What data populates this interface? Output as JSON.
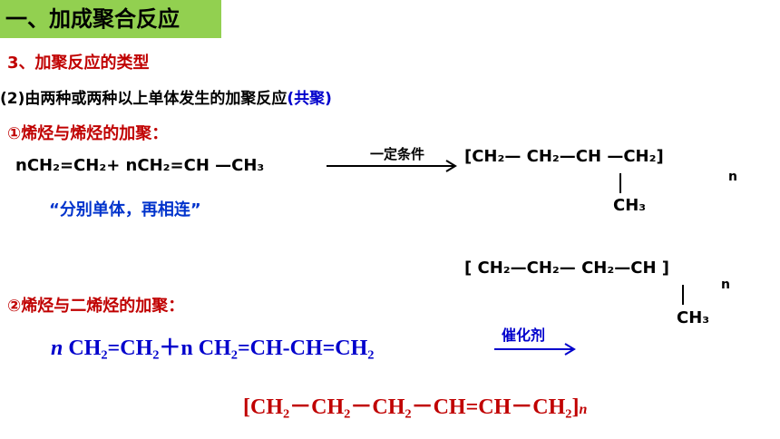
{
  "title": "一、加成聚合反应",
  "subtitle": "3、加聚反应的类型",
  "section2": {
    "prefix": "(2)由两种或两种以上单体发生的加聚反应",
    "suffix": "(共聚)"
  },
  "heading1": "①烯烃与烯烃的加聚：",
  "eq1": {
    "reactant1": "nCH₂=CH₂+ nCH₂=CH —CH₃",
    "condition": "一定条件",
    "product": "[CH₂— CH₂—CH —CH₂]",
    "branch": "CH₃",
    "n": "n"
  },
  "quote": "“分别单体，再相连”",
  "product2": {
    "chain": "[ CH₂—CH₂— CH₂—CH ]",
    "branch": "CH₃",
    "n": "n"
  },
  "heading2": "②烯烃与二烯烃的加聚：",
  "eq2": {
    "reactants": "CH₂=CH₂＋n CH₂=CH-CH=CH₂",
    "catalyst": "催化剂"
  },
  "product3": {
    "chain": "[CH₂－CH₂－CH₂－CH=CH－CH₂]",
    "n": "n"
  },
  "colors": {
    "title_bg": "#92d050",
    "heading": "#c00000",
    "blue": "#0000cc"
  }
}
